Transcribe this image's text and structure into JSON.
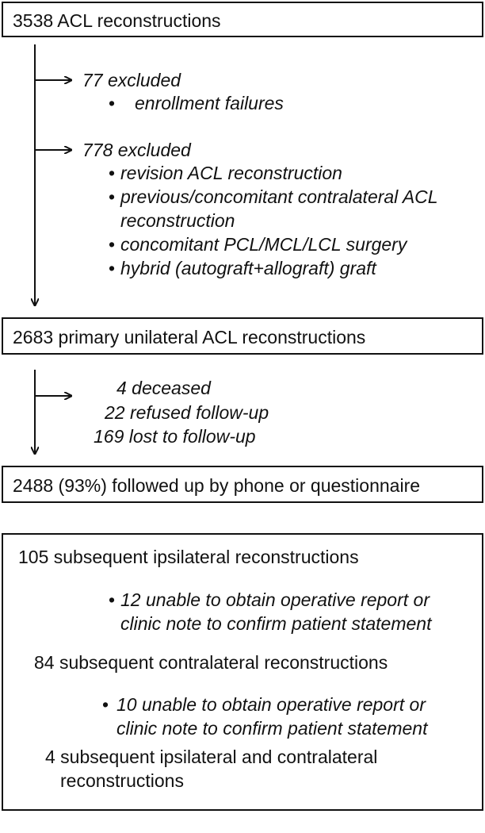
{
  "step1": {
    "box": "3538 ACL reconstructions",
    "exclusion_a": {
      "heading": "77 excluded",
      "bullets": [
        "enrollment failures"
      ]
    },
    "exclusion_b": {
      "heading": "778 excluded",
      "bullets": [
        "revision ACL reconstruction",
        "previous/concomitant contralateral ACL",
        "reconstruction",
        "concomitant PCL/MCL/LCL surgery",
        "hybrid (autograft+allograft) graft"
      ]
    }
  },
  "step2": {
    "box": "2683 primary unilateral ACL reconstructions",
    "losses": [
      "4 deceased",
      "22 refused follow-up",
      "169 lost to follow-up"
    ]
  },
  "step3": {
    "box": "2488 (93%) followed up by phone or questionnaire"
  },
  "outcomes": {
    "ipsilateral": "105 subsequent ipsilateral reconstructions",
    "ipsilateral_note": [
      "12 unable to obtain operative report or",
      "clinic note to confirm patient statement"
    ],
    "contralateral": "84 subsequent contralateral reconstructions",
    "contralateral_note": [
      "10 unable to obtain operative report or",
      "clinic note to confirm patient statement"
    ],
    "both": [
      "4 subsequent ipsilateral and contralateral",
      "reconstructions"
    ]
  },
  "bullet_glyph": "•"
}
